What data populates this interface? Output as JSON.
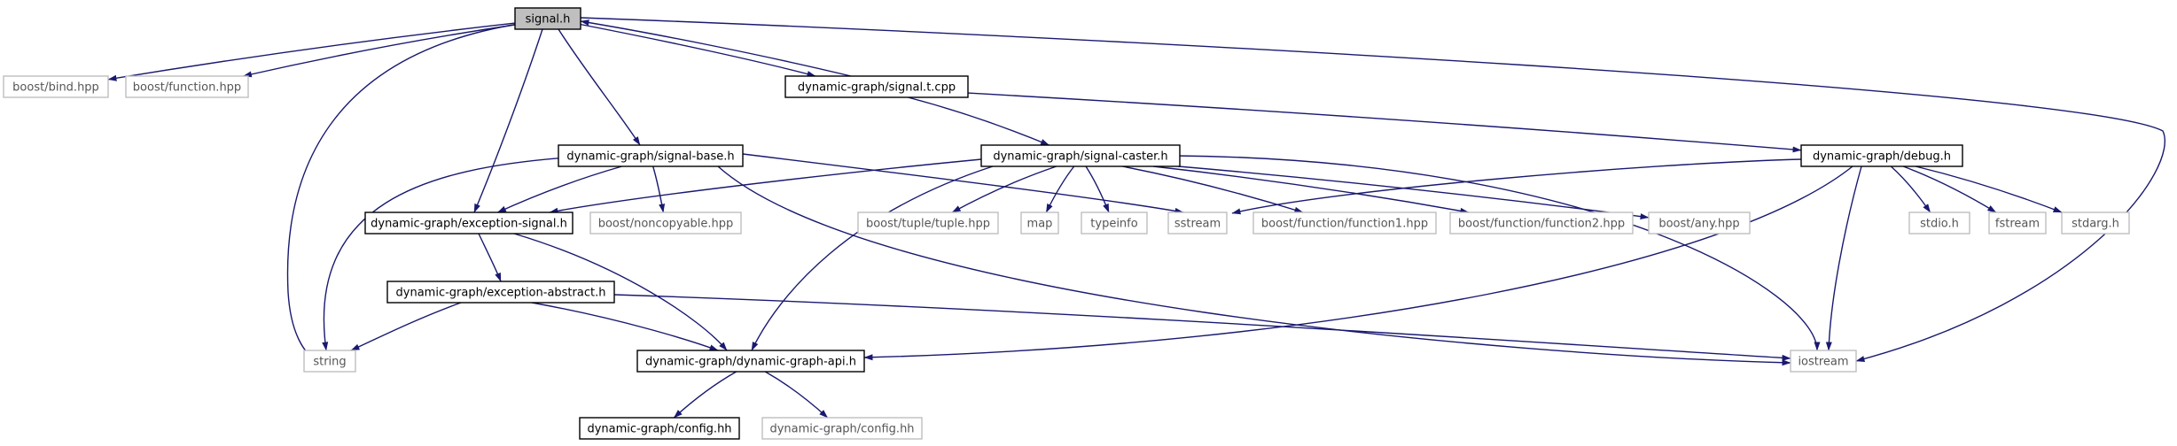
{
  "diagram": {
    "colors": {
      "edge": "#191970",
      "primary_border": "#000000",
      "external_border": "#bfbfbf",
      "current_fill": "#bfbfbf"
    },
    "nodes": [
      {
        "id": "signal_h",
        "label": "signal.h",
        "kind": "current"
      },
      {
        "id": "boost_bind",
        "label": "boost/bind.hpp",
        "kind": "external"
      },
      {
        "id": "boost_function",
        "label": "boost/function.hpp",
        "kind": "external"
      },
      {
        "id": "signal_t_cpp",
        "label": "dynamic-graph/signal.t.cpp",
        "kind": "primary"
      },
      {
        "id": "signal_base",
        "label": "dynamic-graph/signal-base.h",
        "kind": "primary"
      },
      {
        "id": "signal_caster",
        "label": "dynamic-graph/signal-caster.h",
        "kind": "primary"
      },
      {
        "id": "debug_h",
        "label": "dynamic-graph/debug.h",
        "kind": "primary"
      },
      {
        "id": "exception_signal",
        "label": "dynamic-graph/exception-signal.h",
        "kind": "primary"
      },
      {
        "id": "noncopyable",
        "label": "boost/noncopyable.hpp",
        "kind": "external"
      },
      {
        "id": "tuple",
        "label": "boost/tuple/tuple.hpp",
        "kind": "external"
      },
      {
        "id": "map",
        "label": "map",
        "kind": "external"
      },
      {
        "id": "typeinfo",
        "label": "typeinfo",
        "kind": "external"
      },
      {
        "id": "sstream",
        "label": "sstream",
        "kind": "external"
      },
      {
        "id": "function1",
        "label": "boost/function/function1.hpp",
        "kind": "external"
      },
      {
        "id": "function2",
        "label": "boost/function/function2.hpp",
        "kind": "external"
      },
      {
        "id": "any",
        "label": "boost/any.hpp",
        "kind": "external"
      },
      {
        "id": "stdio",
        "label": "stdio.h",
        "kind": "external"
      },
      {
        "id": "fstream",
        "label": "fstream",
        "kind": "external"
      },
      {
        "id": "stdarg",
        "label": "stdarg.h",
        "kind": "external"
      },
      {
        "id": "exception_abstract",
        "label": "dynamic-graph/exception-abstract.h",
        "kind": "primary"
      },
      {
        "id": "string",
        "label": "string",
        "kind": "external"
      },
      {
        "id": "dg_api",
        "label": "dynamic-graph/dynamic-graph-api.h",
        "kind": "primary"
      },
      {
        "id": "iostream",
        "label": "iostream",
        "kind": "external"
      },
      {
        "id": "config_primary",
        "label": "dynamic-graph/config.hh",
        "kind": "primary"
      },
      {
        "id": "config_external",
        "label": "dynamic-graph/config.hh",
        "kind": "external"
      }
    ],
    "edges": [
      [
        "signal_h",
        "boost_bind"
      ],
      [
        "signal_h",
        "boost_function"
      ],
      [
        "signal_h",
        "signal_t_cpp"
      ],
      [
        "signal_h",
        "signal_base"
      ],
      [
        "signal_h",
        "exception_signal"
      ],
      [
        "signal_h",
        "string"
      ],
      [
        "signal_h",
        "iostream"
      ],
      [
        "signal_t_cpp",
        "signal_h"
      ],
      [
        "signal_t_cpp",
        "signal_caster"
      ],
      [
        "signal_t_cpp",
        "debug_h"
      ],
      [
        "signal_base",
        "exception_signal"
      ],
      [
        "signal_base",
        "noncopyable"
      ],
      [
        "signal_base",
        "string"
      ],
      [
        "signal_base",
        "sstream"
      ],
      [
        "signal_base",
        "iostream"
      ],
      [
        "signal_caster",
        "exception_signal"
      ],
      [
        "signal_caster",
        "dg_api"
      ],
      [
        "signal_caster",
        "tuple"
      ],
      [
        "signal_caster",
        "map"
      ],
      [
        "signal_caster",
        "typeinfo"
      ],
      [
        "signal_caster",
        "function1"
      ],
      [
        "signal_caster",
        "function2"
      ],
      [
        "signal_caster",
        "any"
      ],
      [
        "signal_caster",
        "iostream"
      ],
      [
        "debug_h",
        "sstream"
      ],
      [
        "debug_h",
        "dg_api"
      ],
      [
        "debug_h",
        "stdio"
      ],
      [
        "debug_h",
        "fstream"
      ],
      [
        "debug_h",
        "stdarg"
      ],
      [
        "debug_h",
        "iostream"
      ],
      [
        "exception_signal",
        "exception_abstract"
      ],
      [
        "exception_signal",
        "dg_api"
      ],
      [
        "exception_abstract",
        "string"
      ],
      [
        "exception_abstract",
        "dg_api"
      ],
      [
        "exception_abstract",
        "iostream"
      ],
      [
        "dg_api",
        "config_primary"
      ],
      [
        "dg_api",
        "config_external"
      ]
    ]
  }
}
